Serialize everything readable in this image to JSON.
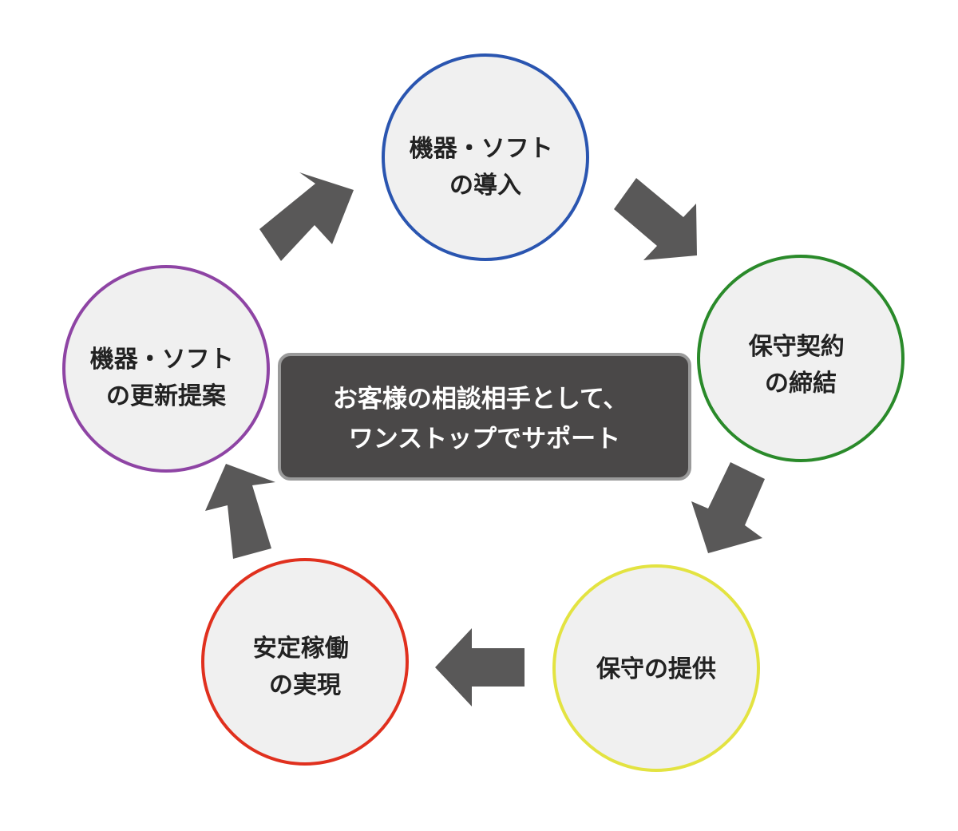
{
  "center": {
    "line1": "お客様の相談相手として、",
    "line2": "ワンストップでサポート",
    "fill_color": "#4a4848",
    "border_color": "#9a9a9a"
  },
  "nodes": [
    {
      "id": "introduction",
      "line1": "機器・ソフト",
      "line2": "の導入",
      "color": "#2a55b0"
    },
    {
      "id": "maintenance-contract",
      "line1": "保守契約",
      "line2": "の締結",
      "color": "#2a8a2a"
    },
    {
      "id": "maintenance-service",
      "line1": "保守の提供",
      "line2": "",
      "color": "#e3e341"
    },
    {
      "id": "stable-operation",
      "line1": "安定稼働",
      "line2": "の実現",
      "color": "#e0301e"
    },
    {
      "id": "renewal-proposal",
      "line1": "機器・ソフト",
      "line2": "の更新提案",
      "color": "#8e44a4"
    }
  ],
  "circle_fill": "#f0f0f0",
  "arrow_color": "#595858"
}
